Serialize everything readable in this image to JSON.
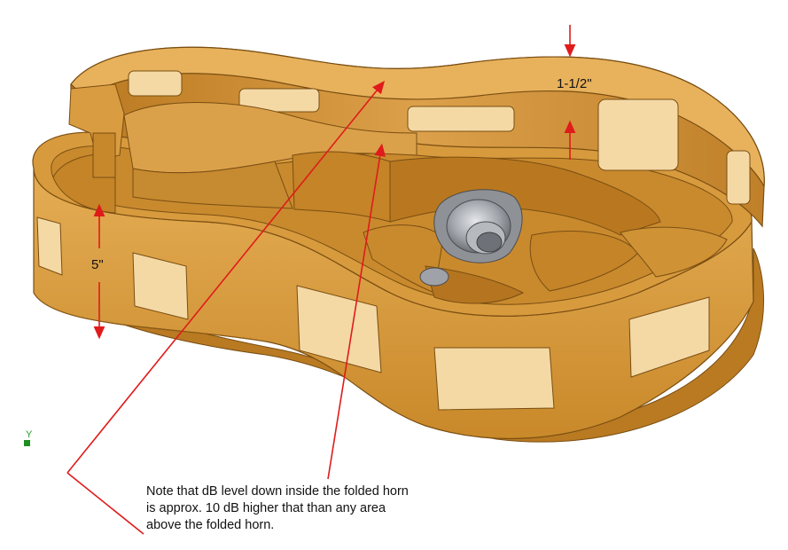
{
  "labels": {
    "dimension_top": "1-1/2\"",
    "dimension_side": "5\""
  },
  "note": {
    "lines": [
      "Note that dB level down inside the folded horn",
      "is approx. 10 dB higher that than any area",
      "above the folded horn."
    ]
  },
  "axis": {
    "label": "Y"
  },
  "colors": {
    "body": "#d2942e",
    "body_light": "#e8b25c",
    "body_dark": "#a86c1a",
    "edge": "#7a4e12",
    "arrow": "#e01b1b",
    "driver": "#9a9ca0",
    "axis": "#1f8f1f"
  }
}
